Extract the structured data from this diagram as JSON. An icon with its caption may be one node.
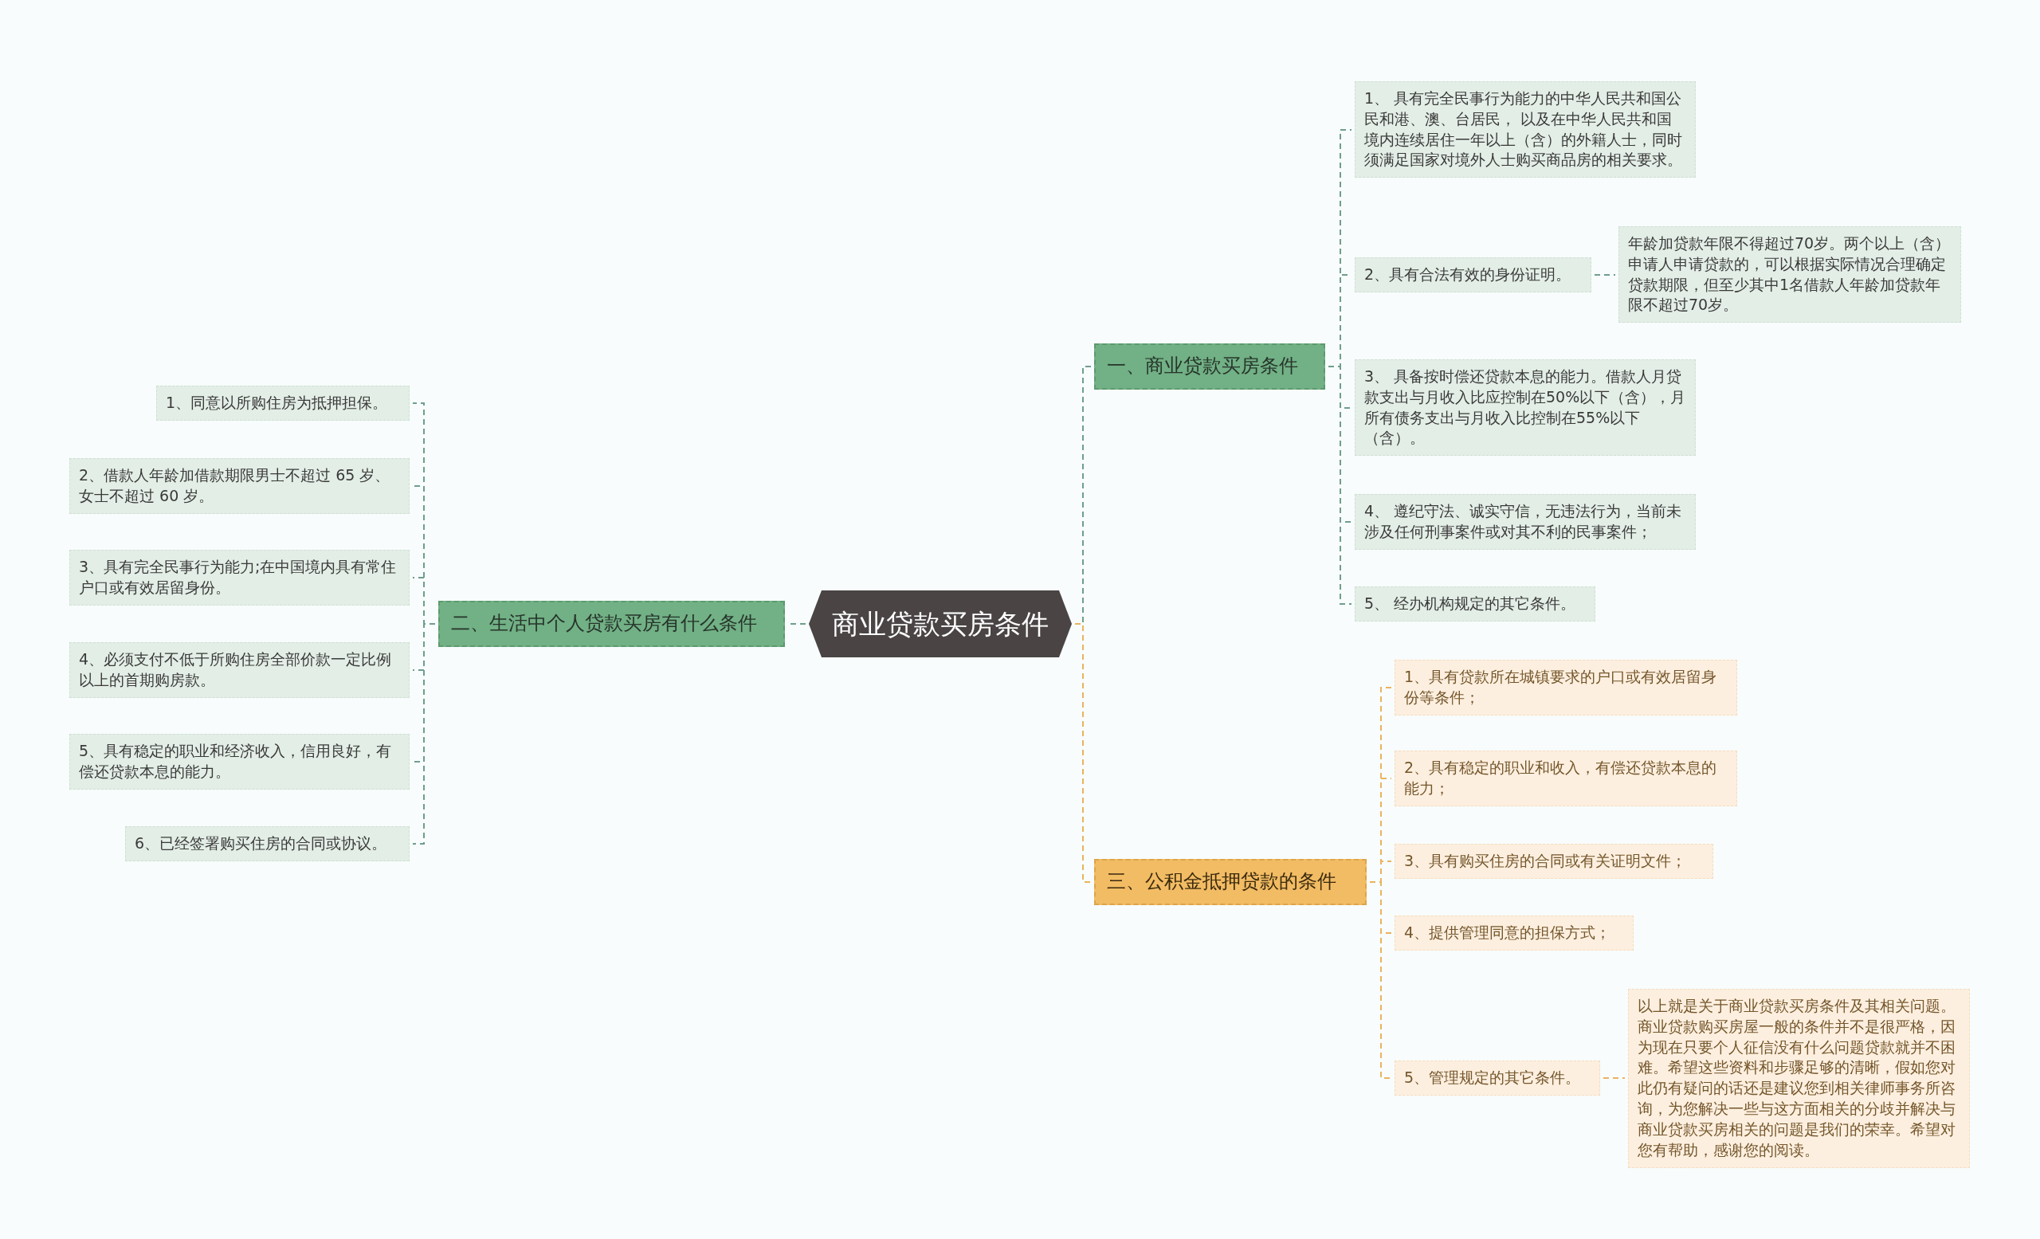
{
  "diagram": {
    "nodes": [
      {
        "text": [
          "商业贷款买房条件"
        ]
      },
      {
        "text": [
          "一、商业贷款买房条件"
        ]
      },
      {
        "text": [
          "1、 具有完全民事行为能力的中华人民共和国公民和港、澳、台居民， 以及在中华人民共和国境内连续居住一年以上（含）的外籍人士，同时须满足国家对境外人士购买商品房的相关要求。"
        ]
      },
      {
        "text": [
          "2、具有合法有效的身份证明。"
        ]
      },
      {
        "text": [
          "年龄加贷款年限不得超过70岁。两个以上（含）申请人申请贷款的，可以根据实际情况合理确定贷款期限，但至少其中1名借款人年龄加贷款年限不超过70岁。"
        ]
      },
      {
        "text": [
          "3、 具备按时偿还贷款本息的能力。借款人月贷款支出与月收入比应控制在50%以下（含），月所有债务支出与月收入比控制在55%以下（含）。"
        ]
      },
      {
        "text": [
          "4、 遵纪守法、诚实守信，无违法行为，当前未涉及任何刑事案件或对其不利的民事案件；"
        ]
      },
      {
        "text": [
          "5、 经办机构规定的其它条件。"
        ]
      },
      {
        "text": [
          "二、生活中个人贷款买房有什么条件"
        ]
      },
      {
        "text": [
          "1、同意以所购住房为抵押担保。"
        ]
      },
      {
        "text": [
          "2、借款人年龄加借款期限男士不超过 65 岁、女士不超过 60 岁。"
        ]
      },
      {
        "text": [
          "3、具有完全民事行为能力;在中国境内具有常住户口或有效居留身份。"
        ]
      },
      {
        "text": [
          "4、必须支付不低于所购住房全部价款一定比例以上的首期购房款。"
        ]
      },
      {
        "text": [
          "5、具有稳定的职业和经济收入，信用良好，有偿还贷款本息的能力。"
        ]
      },
      {
        "text": [
          "6、已经签署购买住房的合同或协议。"
        ]
      },
      {
        "text": [
          "三、公积金抵押贷款的条件"
        ]
      },
      {
        "text": [
          "1、具有贷款所在城镇要求的户口或有效居留身份等条件；"
        ]
      },
      {
        "text": [
          "2、具有稳定的职业和收入，有偿还贷款本息的能力；"
        ]
      },
      {
        "text": [
          "3、具有购买住房的合同或有关证明文件；"
        ]
      },
      {
        "text": [
          "4、提供管理同意的担保方式；"
        ]
      },
      {
        "text": [
          "5、管理规定的其它条件。"
        ]
      },
      {
        "text": [
          "以上就是关于商业贷款买房条件及其相关问题。商业贷款购买房屋一般的条件并不是很严格，因为现在只要个人征信没有什么问题贷款就并不困难。希望这些资料和步骤足够的清晰，假如您对此仍有疑问的话还是建议您到相关律师事务所咨询，为您解决一些与这方面相关的分歧并解决与商业贷款买房相关的问题是我们的荣幸。希望对您有帮助，感谢您的阅读。"
        ]
      }
    ],
    "edges": [
      {
        "from": 0,
        "to": 1,
        "arrow": "none"
      },
      {
        "from": 1,
        "to": 2,
        "arrow": "none"
      },
      {
        "from": 1,
        "to": 3,
        "arrow": "none"
      },
      {
        "from": 3,
        "to": 4,
        "arrow": "none"
      },
      {
        "from": 1,
        "to": 5,
        "arrow": "none"
      },
      {
        "from": 1,
        "to": 6,
        "arrow": "none"
      },
      {
        "from": 1,
        "to": 7,
        "arrow": "none"
      },
      {
        "from": 0,
        "to": 8,
        "arrow": "none"
      },
      {
        "from": 8,
        "to": 9,
        "arrow": "none"
      },
      {
        "from": 8,
        "to": 10,
        "arrow": "none"
      },
      {
        "from": 8,
        "to": 11,
        "arrow": "none"
      },
      {
        "from": 8,
        "to": 12,
        "arrow": "none"
      },
      {
        "from": 8,
        "to": 13,
        "arrow": "none"
      },
      {
        "from": 8,
        "to": 14,
        "arrow": "none"
      },
      {
        "from": 0,
        "to": 15,
        "arrow": "none",
        "color": "#eab35e"
      },
      {
        "from": 15,
        "to": 16,
        "arrow": "none",
        "color": "#eab35e"
      },
      {
        "from": 15,
        "to": 17,
        "arrow": "none",
        "color": "#eab35e"
      },
      {
        "from": 15,
        "to": 18,
        "arrow": "none",
        "color": "#eab35e"
      },
      {
        "from": 15,
        "to": 19,
        "arrow": "none",
        "color": "#eab35e"
      },
      {
        "from": 15,
        "to": 20,
        "arrow": "none",
        "color": "#eab35e"
      },
      {
        "from": 20,
        "to": 21,
        "arrow": "none",
        "color": "#eab35e"
      }
    ]
  }
}
